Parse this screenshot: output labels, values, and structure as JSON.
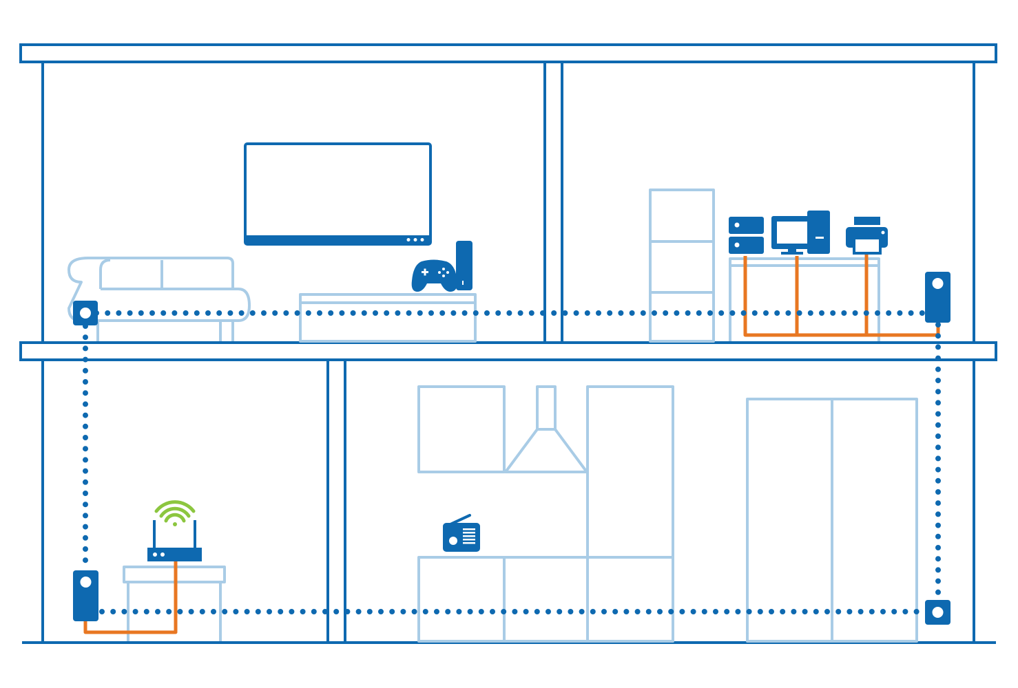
{
  "colors": {
    "structure": "#0e69b0",
    "furniture": "#a9cce6",
    "powerline": "#0e69b0",
    "ethernet": "#e87722",
    "wifi": "#8cc63f",
    "background": "#ffffff"
  },
  "house": {
    "floors": [
      "upper-floor",
      "ground-floor"
    ],
    "rooms": [
      "living-room",
      "office",
      "utility-room",
      "kitchen"
    ]
  },
  "devices": {
    "adapters": [
      "adapter-living-room",
      "adapter-office",
      "adapter-utility-room",
      "adapter-kitchen"
    ],
    "icons": [
      "tv-icon",
      "game-console-icon",
      "nas-icon",
      "desktop-computer-icon",
      "printer-icon",
      "wifi-router-icon",
      "wifi-signal-icon",
      "radio-icon"
    ]
  }
}
